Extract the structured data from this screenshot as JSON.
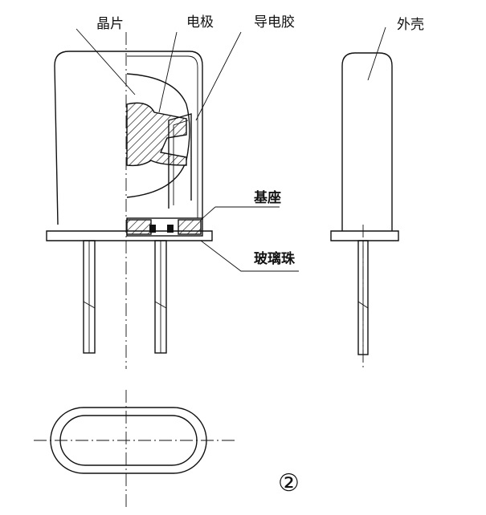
{
  "labels": {
    "crystal": "晶片",
    "electrode": "电极",
    "conductive_glue": "导电胶",
    "shell": "外壳",
    "base": "基座",
    "glass_bead": "玻璃珠"
  },
  "figure_number": "②"
}
